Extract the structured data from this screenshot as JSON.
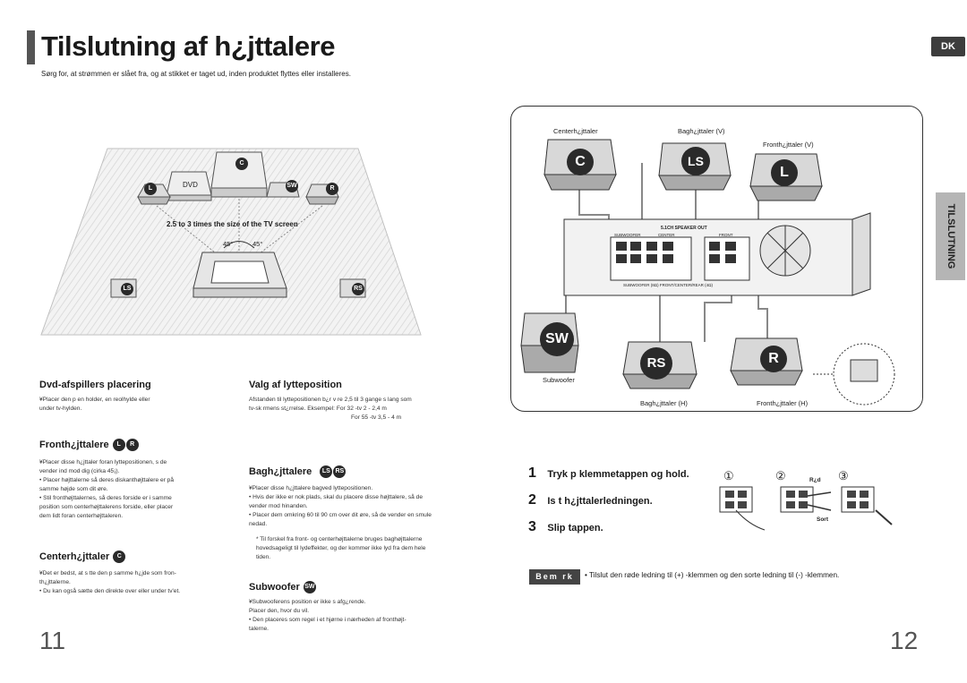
{
  "header": {
    "title": "Tilslutning af h¿jttalere",
    "subtitle": "Sørg for, at strømmen er slået fra, og at stikket er taget ud, inden produktet flyttes eller installeres.",
    "lang_badge": "DK",
    "side_tab": "TILSLUTNING"
  },
  "room_diagram": {
    "dvd_label": "DVD",
    "distance_text": "2.5 to 3 times the size of the TV screen",
    "angle_left": "45°",
    "angle_right": "45°",
    "speakers": {
      "c": "C",
      "l": "L",
      "sw": "SW",
      "r": "R",
      "ls": "LS",
      "rs": "RS"
    }
  },
  "sections": {
    "dvd_placement": {
      "heading": "Dvd-afspillers placering",
      "lines": [
        "¥Placer den p en holder, en reolhylde eller",
        "  under tv-hylden."
      ]
    },
    "listening": {
      "heading": "Valg af lytteposition",
      "lines": [
        "Afstanden til lyttepositionen b¿r v re 2,5 til 3 gange s lang som",
        "tv-sk rmens st¿rrelse. Eksempel: For 32 -tv 2 - 2,4 m",
        "For 55 -tv 3,5 - 4 m"
      ]
    },
    "front": {
      "heading": "Fronth¿jttalere",
      "badges": [
        "L",
        "R"
      ],
      "lines": [
        "¥Placer disse h¿jttaler foran lyttepositionen, s de",
        "  vender ind mod dig (cirka 45¡).",
        "• Placer højttalerne så deres diskanthøjttalere er på",
        "  samme højde som dit øre.",
        "• Stil fronthøjttalernes, så deres forside er i samme",
        "  position som centerhøjttalerens forside, eller placer",
        "  dem lidt foran centerhøjttaleren."
      ]
    },
    "center": {
      "heading": "Centerh¿jttaler",
      "badge": "C",
      "lines": [
        "¥Det er bedst, at s tte den p samme h¿jde som fron-",
        "  th¿jttalerne.",
        "• Du kan også sætte den direkte over eller under tv'et."
      ]
    },
    "rear": {
      "heading": "Bagh¿jttalere",
      "badges": [
        "LS",
        "RS"
      ],
      "lines": [
        "¥Placer disse h¿jttalere bagved lyttepositionen.",
        "• Hvis der ikke er nok plads, skal du placere disse højttalere, så de",
        "  vender mod hinanden.",
        "• Placer dem omkring 60 til 90 cm over dit øre, så de vender en smule",
        "  nedad."
      ],
      "note_lines": [
        "* Til forskel fra front- og centerhøjttalerne bruges baghøjttalerne",
        "  hovedsageligt til lydeffekter, og der kommer ikke lyd fra dem hele",
        "  tiden."
      ]
    },
    "subwoofer": {
      "heading": "Subwoofer",
      "badge": "SW",
      "lines": [
        "¥Subwooferens position er ikke s afg¿rende.",
        "  Placer den, hvor du vil.",
        "• Den placeres som regel i et hjørne i nærheden af fronthøjt-",
        "  talerne."
      ]
    }
  },
  "connection_diagram": {
    "labels": {
      "center": "Centerh¿jttaler",
      "rear_left": "Bagh¿jttaler (V)",
      "front_left": "Fronth¿jttaler (V)",
      "subwoofer": "Subwoofer",
      "rear_right": "Bagh¿jttaler (H)",
      "front_right": "Fronth¿jttaler (H)"
    },
    "panel_title": "5.1CH SPEAKER OUT",
    "panel_sub_left": "SUBWOOFER",
    "panel_sub_mid": "CENTER",
    "panel_sub_right": "FRONT",
    "panel_bottom": "SUBWOOFER  (8Ω)   FRONT/CENTER/REAR (4Ω)"
  },
  "steps": [
    {
      "num": "1",
      "text": "Tryk p klemmetappen og hold."
    },
    {
      "num": "2",
      "text": "Is t h¿jttalerledningen."
    },
    {
      "num": "3",
      "text": "Slip tappen."
    }
  ],
  "step_diagram": {
    "n1": "①",
    "n2": "②",
    "n3": "③",
    "red": "R¿d",
    "black": "Sort"
  },
  "note": {
    "label": "Bem rk",
    "text": "• Tilslut den røde ledning til (+) -klemmen og den sorte ledning til (-) -klemmen."
  },
  "pages": {
    "left": "11",
    "right": "12"
  }
}
